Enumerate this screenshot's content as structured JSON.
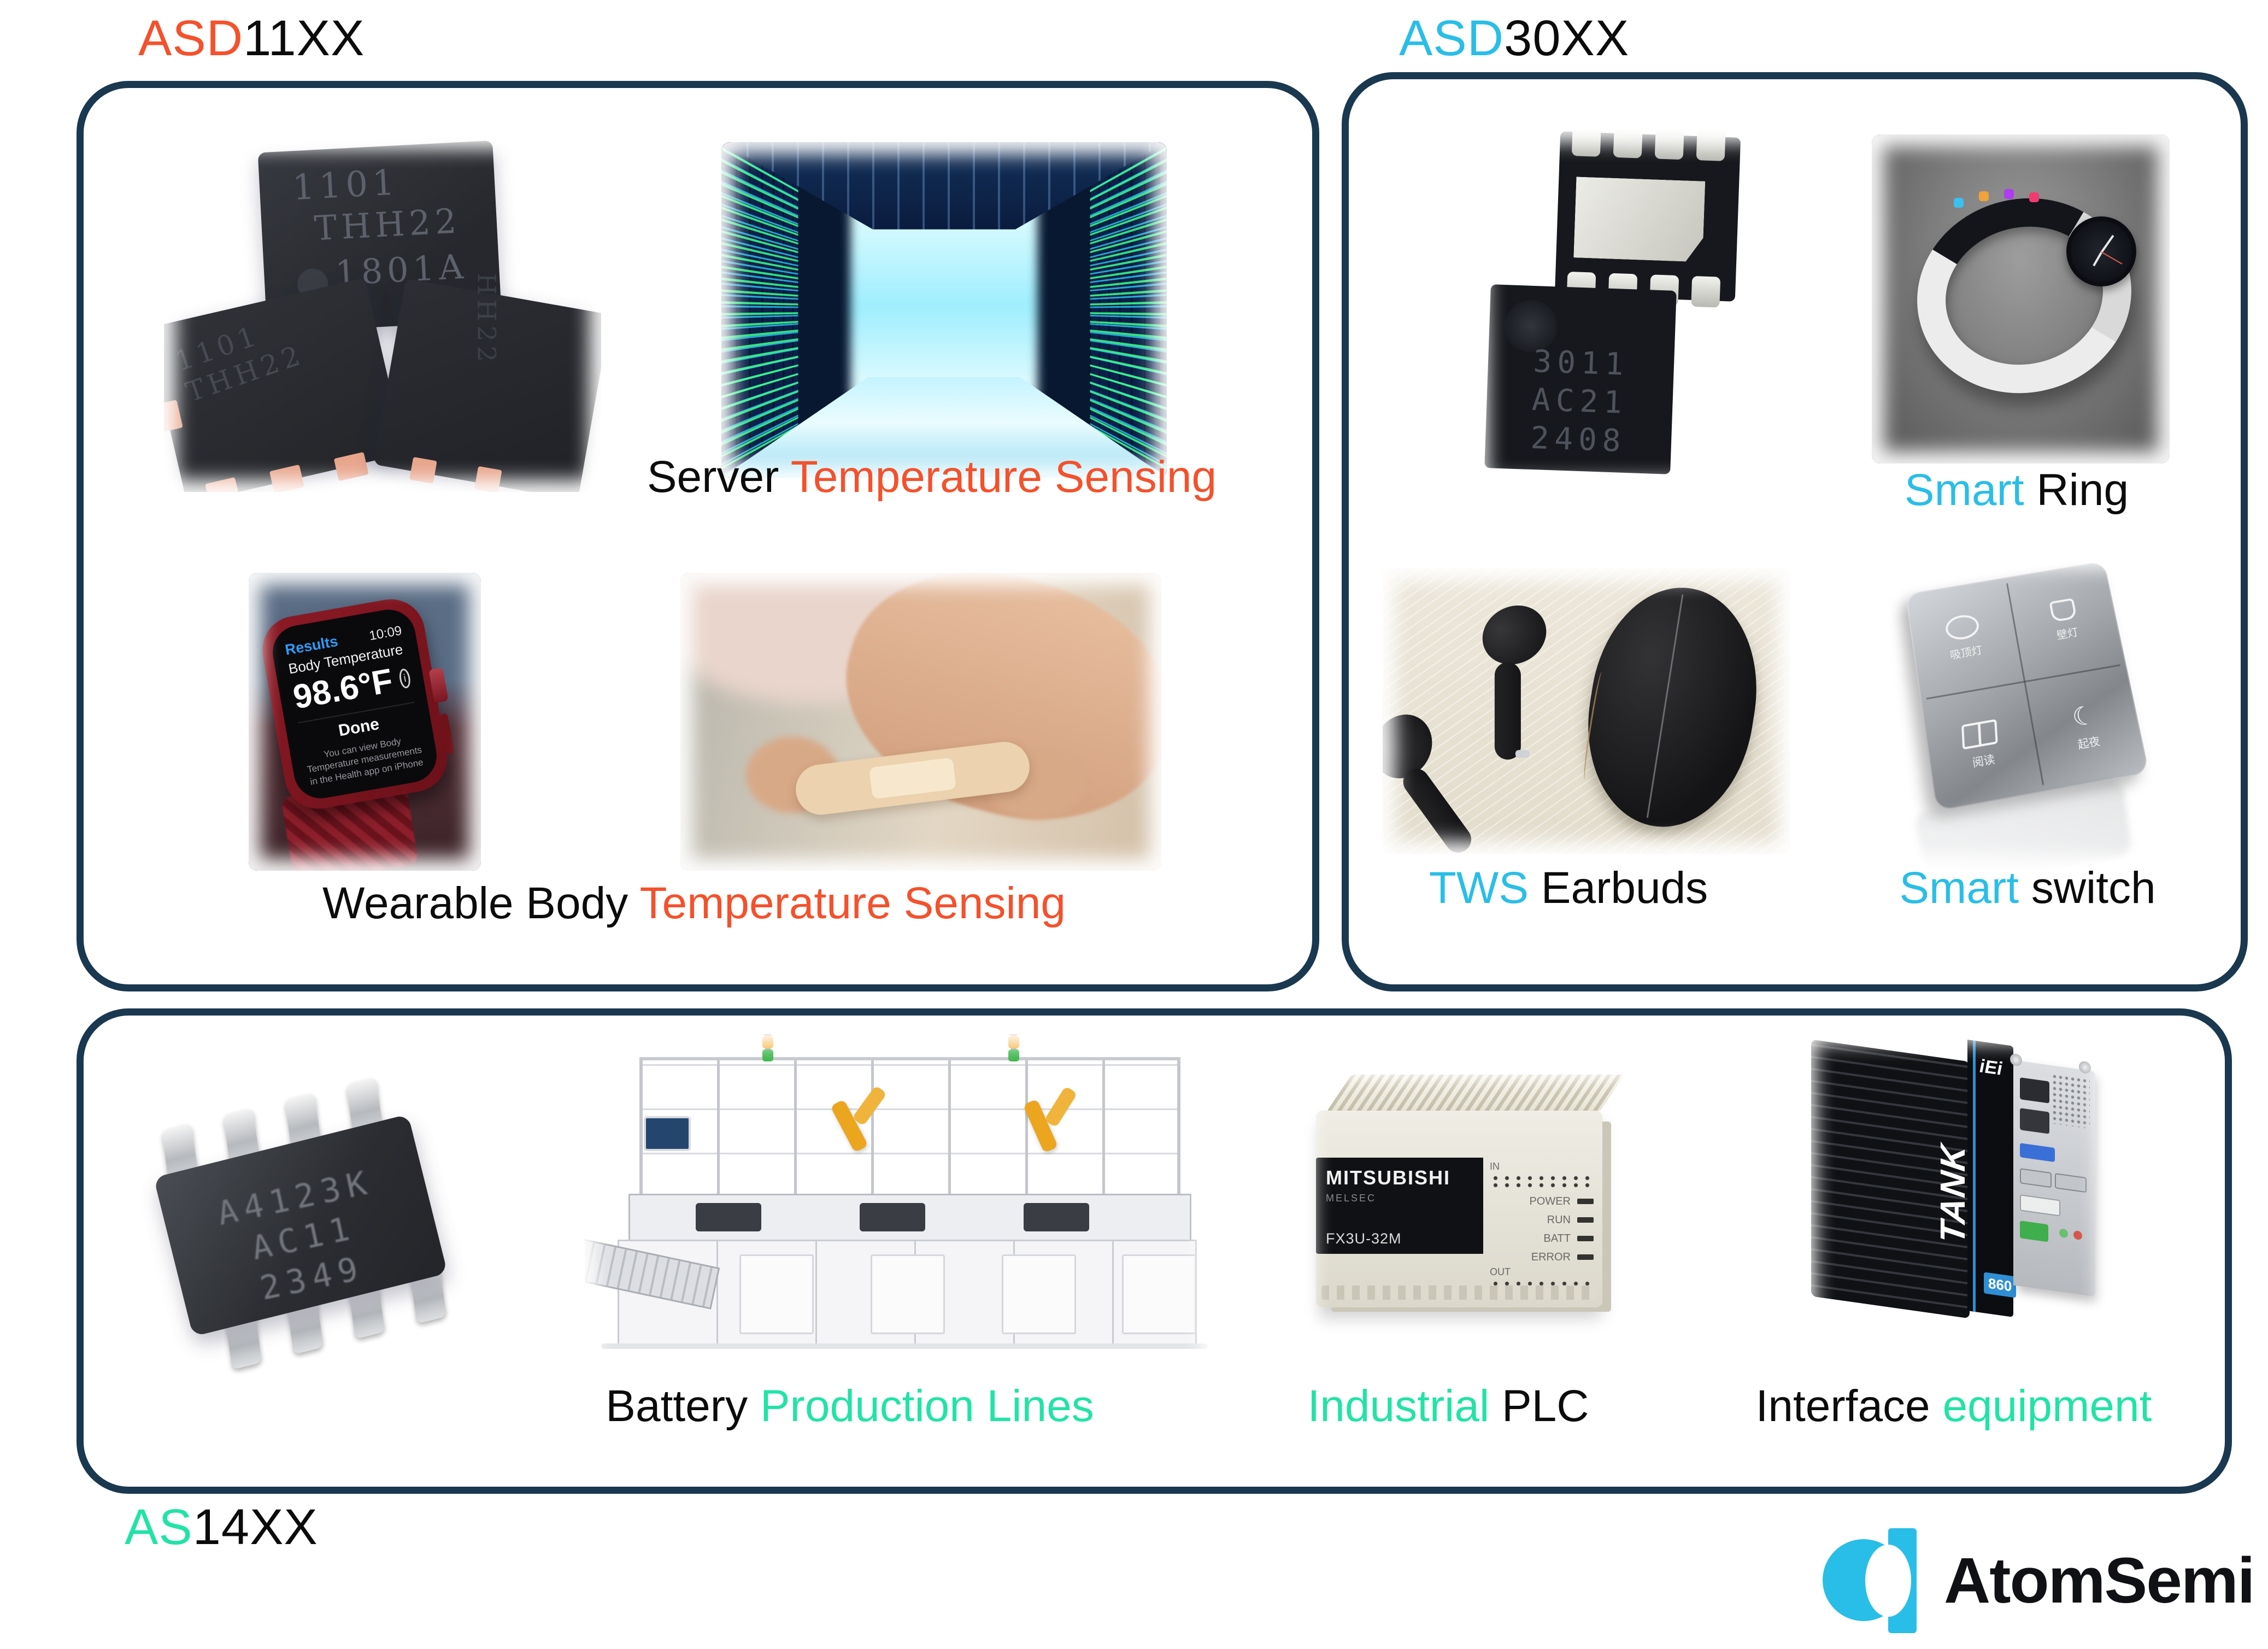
{
  "colors": {
    "orange": "#F4512C",
    "cyan": "#29BEE8",
    "mint": "#22E3A6",
    "navy": "#1A384F"
  },
  "family_labels": {
    "asd11": {
      "colored": "ASD",
      "plain": "11XX"
    },
    "asd30": {
      "colored": "ASD",
      "plain": "30XX"
    },
    "as14": {
      "colored": "AS",
      "plain": "14XX"
    }
  },
  "captions": {
    "server": {
      "a": "Server ",
      "b": "Temperature Sensing"
    },
    "wearable": {
      "a": "Wearable Body ",
      "b": "Temperature Sensing"
    },
    "smart_ring": {
      "a": "Smart",
      "b": " Ring"
    },
    "tws": {
      "a": "TWS",
      "b": " Earbuds"
    },
    "smart_switch": {
      "a": "Smart",
      "b": " switch"
    },
    "battery": {
      "a": "Battery ",
      "b": "Production Lines"
    },
    "industrial_plc": {
      "a": "Industrial",
      "b": " PLC"
    },
    "interface": {
      "a": "Interface ",
      "b": "equipment"
    }
  },
  "images": {
    "qfn_chips": {
      "line1": "1101",
      "line2": "THH22",
      "line3": "1801A"
    },
    "asd30_chip": {
      "line1": "3011",
      "line2": "AC21",
      "line3": "2408"
    },
    "watch": {
      "results": "Results",
      "time": "10:09",
      "title": "Body Temperature",
      "temp": "98.6°F",
      "info": "i",
      "done": "Done",
      "note": "You can view Body Temperature measurements in the Health app on iPhone"
    },
    "soic_chip": {
      "line1": "A4123K",
      "line2": "AC11",
      "line3": "2349"
    },
    "switch": {
      "labels": [
        "吸顶灯",
        "壁灯",
        "阅读",
        "起夜"
      ]
    },
    "plc": {
      "brand": "MITSUBISHI",
      "series": "MELSEC",
      "model": "FX3U-32M",
      "in_label": "IN",
      "out_label": "OUT",
      "leds": [
        "POWER",
        "RUN",
        "BATT",
        "ERROR"
      ]
    },
    "tank": {
      "brand": "iEi",
      "model": "TANK",
      "model_num": "860"
    }
  },
  "logo": {
    "text": "AtomSemi"
  }
}
